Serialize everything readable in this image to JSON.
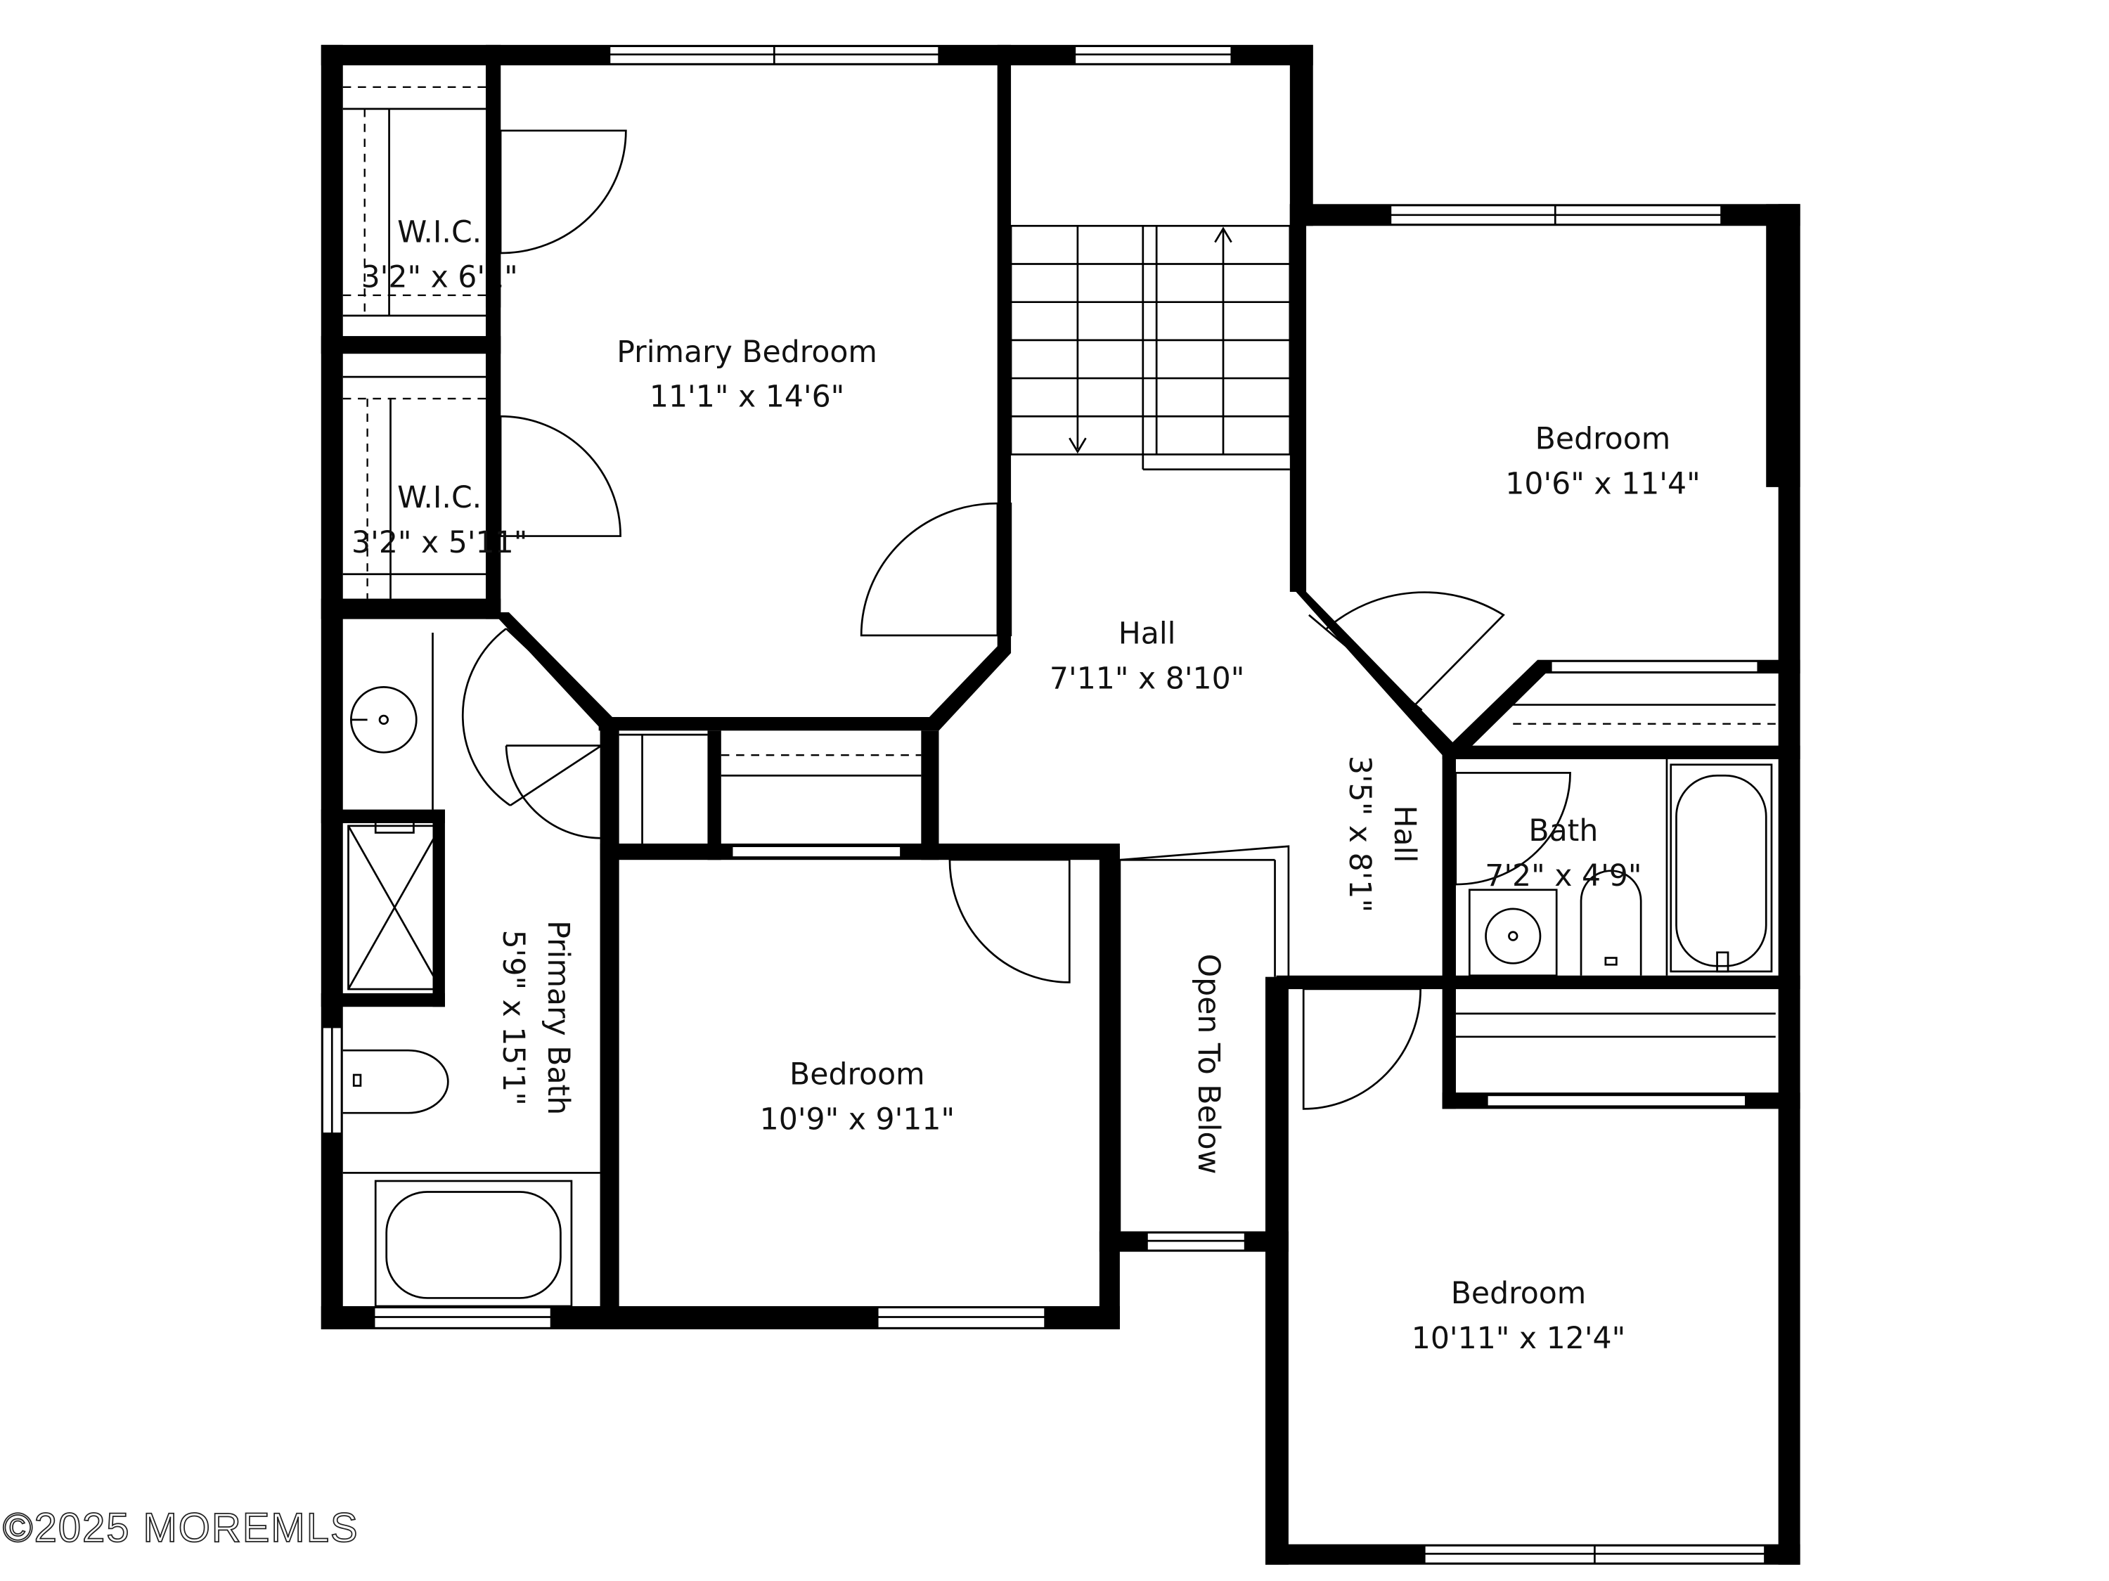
{
  "rooms": {
    "wic1": {
      "name": "W.I.C.",
      "dims": "3'2\" x 6'1\""
    },
    "wic2": {
      "name": "W.I.C.",
      "dims": "3'2\" x 5'11\""
    },
    "primary_bedroom": {
      "name": "Primary Bedroom",
      "dims": "11'1\" x 14'6\""
    },
    "hall": {
      "name": "Hall",
      "dims": "7'11\" x 8'10\""
    },
    "bedroom_ne": {
      "name": "Bedroom",
      "dims": "10'6\" x 11'4\""
    },
    "hall2": {
      "name": "Hall",
      "dims": "3'5\" x 8'1\""
    },
    "bath": {
      "name": "Bath",
      "dims": "7'2\" x 4'9\""
    },
    "primary_bath": {
      "name": "Primary Bath",
      "dims": "5'9\" x 15'1\""
    },
    "bedroom_mid": {
      "name": "Bedroom",
      "dims": "10'9\" x 9'11\""
    },
    "open_to_below": {
      "name": "Open To Below"
    },
    "bedroom_se": {
      "name": "Bedroom",
      "dims": "10'11\" x 12'4\""
    }
  },
  "watermark": "©2025 MOREMLS",
  "colors": {
    "wall": "#000000",
    "background": "#ffffff"
  }
}
